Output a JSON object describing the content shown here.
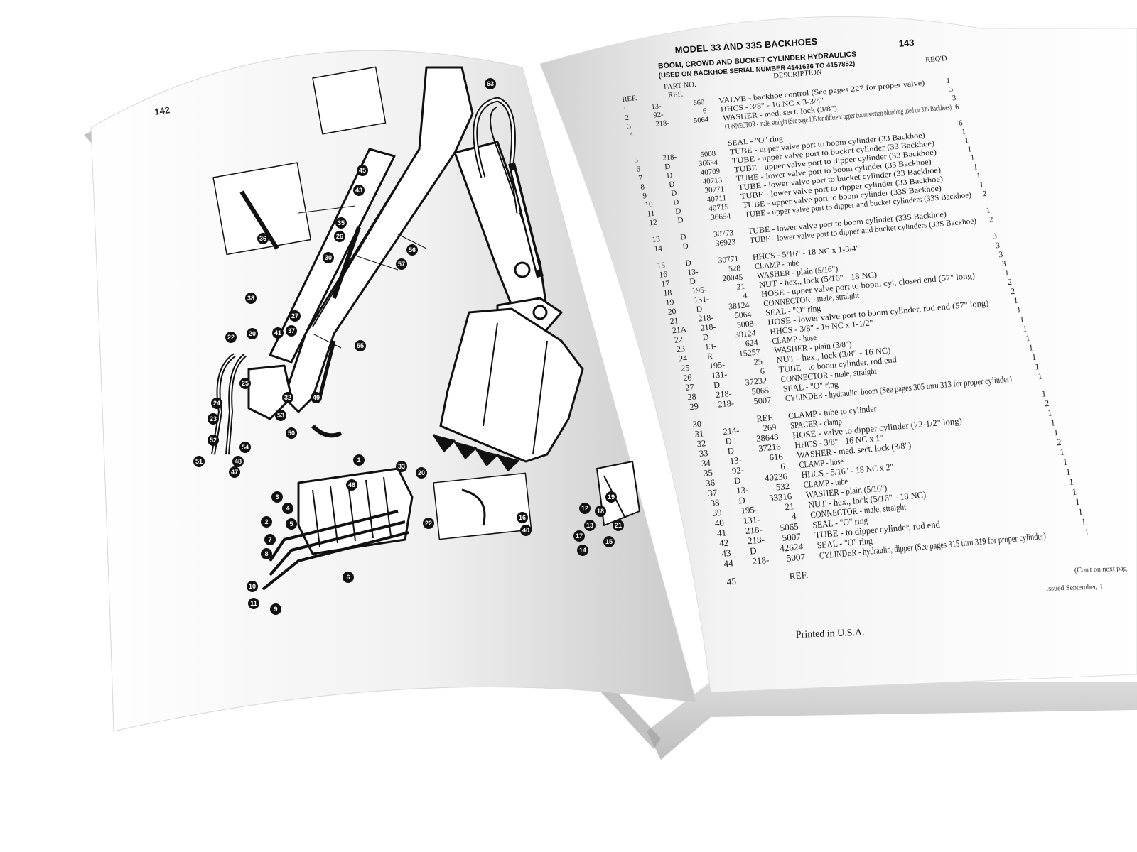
{
  "left_page": {
    "page_number": "142",
    "callouts": [
      "63",
      "45",
      "43",
      "56",
      "57",
      "30",
      "27",
      "22",
      "20",
      "25",
      "32",
      "49",
      "24",
      "23",
      "52",
      "51",
      "47",
      "48",
      "54",
      "53",
      "50",
      "2",
      "3",
      "4",
      "5",
      "7",
      "8",
      "10",
      "11",
      "9",
      "6",
      "1",
      "46",
      "33",
      "20",
      "22",
      "55",
      "26",
      "35",
      "36",
      "41",
      "37",
      "38",
      "40",
      "16",
      "17",
      "12",
      "13",
      "14",
      "15",
      "18",
      "19",
      "21"
    ]
  },
  "right_page": {
    "header_title": "MODEL 33 AND 33S BACKHOES",
    "page_number": "143",
    "subtitle": "BOOM, CROWD AND BUCKET CYLINDER HYDRAULICS",
    "serial_note": "(USED ON BACKHOE SERIAL NUMBER 4141636 TO 4157852)",
    "col_headers": {
      "ref": "REF.",
      "part_no": "PART NO.",
      "part_ref": "REF.",
      "description": "DESCRIPTION",
      "reqd": "REQ'D"
    },
    "rows": [
      {
        "ref": "1",
        "prefix": "13-",
        "num": "660",
        "desc": "VALVE - backhoe control (See pages 227 for proper valve)",
        "qty": "1"
      },
      {
        "ref": "2",
        "prefix": "92-",
        "num": "6",
        "desc": "HHCS - 3/8\" - 16 NC x 3-3/4\"",
        "qty": "3"
      },
      {
        "ref": "3",
        "prefix": "218-",
        "num": "5064",
        "desc": "WASHER - med. sect. lock (3/8\")",
        "qty": "3"
      },
      {
        "ref": "4",
        "prefix": "",
        "num": "",
        "desc": "CONNECTOR - male, straight (See page 135 for different upper boom section plumbing used on 33S Backhoes)",
        "qty": "6"
      },
      {
        "ref": "",
        "prefix": "",
        "num": "",
        "desc": "SEAL - \"O\" ring",
        "qty": "6"
      },
      {
        "ref": "5",
        "prefix": "218-",
        "num": "5008",
        "desc": "TUBE - upper valve port to boom cylinder (33 Backhoe)",
        "qty": "1"
      },
      {
        "ref": "6",
        "prefix": "D",
        "num": "36654",
        "desc": "TUBE - upper valve port to bucket cylinder (33 Backhoe)",
        "qty": "1"
      },
      {
        "ref": "7",
        "prefix": "D",
        "num": "40709",
        "desc": "TUBE - upper valve port to dipper cylinder (33 Backhoe)",
        "qty": "1"
      },
      {
        "ref": "8",
        "prefix": "D",
        "num": "40713",
        "desc": "TUBE - lower valve port to boom cylinder (33 Backhoe)",
        "qty": "1"
      },
      {
        "ref": "9",
        "prefix": "D",
        "num": "30771",
        "desc": "TUBE - lower valve port to bucket cylinder (33 Backhoe)",
        "qty": "1"
      },
      {
        "ref": "10",
        "prefix": "D",
        "num": "40711",
        "desc": "TUBE - lower valve port to dipper cylinder (33 Backhoe)",
        "qty": "1"
      },
      {
        "ref": "11",
        "prefix": "D",
        "num": "40715",
        "desc": "TUBE - upper valve port to boom cylinder (33S Backhoe)",
        "qty": "1"
      },
      {
        "ref": "12",
        "prefix": "D",
        "num": "36654",
        "desc": "TUBE - upper valve port to dipper and bucket cylinders (33S Backhoe)",
        "qty": "2"
      },
      {
        "ref": "13",
        "prefix": "D",
        "num": "30773",
        "desc": "TUBE - lower valve port to boom cylinder (33S Backhoe)",
        "qty": "1"
      },
      {
        "ref": "14",
        "prefix": "D",
        "num": "36923",
        "desc": "TUBE - lower valve port to dipper and bucket cylinders (33S Backhoe)",
        "qty": "2"
      },
      {
        "ref": "15",
        "prefix": "D",
        "num": "30771",
        "desc": "HHCS - 5/16\" - 18 NC x 1-3/4\"",
        "qty": "3"
      },
      {
        "ref": "16",
        "prefix": "13-",
        "num": "528",
        "desc": "CLAMP - tube",
        "qty": "3"
      },
      {
        "ref": "17",
        "prefix": "D",
        "num": "20045",
        "desc": "WASHER - plain (5/16\")",
        "qty": "3"
      },
      {
        "ref": "18",
        "prefix": "195-",
        "num": "21",
        "desc": "NUT - hex., lock (5/16\" - 18 NC)",
        "qty": "3"
      },
      {
        "ref": "19",
        "prefix": "131-",
        "num": "4",
        "desc": "HOSE - upper valve port to boom cyl, closed end (57\" long)",
        "qty": "1"
      },
      {
        "ref": "20",
        "prefix": "D",
        "num": "38124",
        "desc": "CONNECTOR - male, straight",
        "qty": "2"
      },
      {
        "ref": "21",
        "prefix": "218-",
        "num": "5064",
        "desc": "SEAL - \"O\" ring",
        "qty": "2"
      },
      {
        "ref": "21A",
        "prefix": "218-",
        "num": "5008",
        "desc": "HOSE - lower valve port to boom cylinder, rod end (57\" long)",
        "qty": "1"
      },
      {
        "ref": "22",
        "prefix": "D",
        "num": "38124",
        "desc": "HHCS - 3/8\" - 16 NC x 1-1/2\"",
        "qty": "1"
      },
      {
        "ref": "23",
        "prefix": "13-",
        "num": "624",
        "desc": "CLAMP - hose",
        "qty": "1"
      },
      {
        "ref": "24",
        "prefix": "R",
        "num": "15257",
        "desc": "WASHER - plain (3/8\")",
        "qty": "1"
      },
      {
        "ref": "25",
        "prefix": "195-",
        "num": "25",
        "desc": "NUT - hex., lock (3/8\" - 16 NC)",
        "qty": "1"
      },
      {
        "ref": "26",
        "prefix": "131-",
        "num": "6",
        "desc": "TUBE - to boom cylinder, rod end",
        "qty": "1"
      },
      {
        "ref": "27",
        "prefix": "D",
        "num": "37232",
        "desc": "CONNECTOR - male, straight",
        "qty": "1"
      },
      {
        "ref": "28",
        "prefix": "218-",
        "num": "5065",
        "desc": "SEAL - \"O\" ring",
        "qty": "1"
      },
      {
        "ref": "29",
        "prefix": "218-",
        "num": "5007",
        "desc": "CYLINDER - hydraulic, boom (See pages 305 thru 313 for proper cylinder)",
        "qty": "1"
      },
      {
        "ref": "30",
        "prefix": "",
        "num": "REF.",
        "desc": "CLAMP - tube to cylinder",
        "qty": "1"
      },
      {
        "ref": "31",
        "prefix": "214-",
        "num": "269",
        "desc": "SPACER - clamp",
        "qty": "2"
      },
      {
        "ref": "32",
        "prefix": "D",
        "num": "38648",
        "desc": "HOSE - valve to dipper cylinder (72-1/2\" long)",
        "qty": "1"
      },
      {
        "ref": "33",
        "prefix": "D",
        "num": "37216",
        "desc": "HHCS - 3/8\" - 16 NC x 1\"",
        "qty": "1"
      },
      {
        "ref": "34",
        "prefix": "13-",
        "num": "616",
        "desc": "WASHER - med. sect. lock (3/8\")",
        "qty": "1"
      },
      {
        "ref": "35",
        "prefix": "92-",
        "num": "6",
        "desc": "CLAMP - hose",
        "qty": "2"
      },
      {
        "ref": "36",
        "prefix": "D",
        "num": "40236",
        "desc": "HHCS - 5/16\" - 18 NC x 2\"",
        "qty": "1"
      },
      {
        "ref": "37",
        "prefix": "13-",
        "num": "532",
        "desc": "CLAMP - tube",
        "qty": "1"
      },
      {
        "ref": "38",
        "prefix": "D",
        "num": "33316",
        "desc": "WASHER - plain (5/16\")",
        "qty": "1"
      },
      {
        "ref": "39",
        "prefix": "195-",
        "num": "21",
        "desc": "NUT - hex., lock (5/16\" - 18 NC)",
        "qty": "1"
      },
      {
        "ref": "40",
        "prefix": "131-",
        "num": "4",
        "desc": "CONNECTOR - male, straight",
        "qty": "1"
      },
      {
        "ref": "41",
        "prefix": "218-",
        "num": "5065",
        "desc": "SEAL - \"O\" ring",
        "qty": "1"
      },
      {
        "ref": "42",
        "prefix": "218-",
        "num": "5007",
        "desc": "TUBE - to dipper cylinder, rod end",
        "qty": "1"
      },
      {
        "ref": "43",
        "prefix": "D",
        "num": "42624",
        "desc": "SEAL - \"O\" ring",
        "qty": "1"
      },
      {
        "ref": "44",
        "prefix": "218-",
        "num": "5007",
        "desc": "CYLINDER - hydraulic, dipper (See pages 315 thru 319 for proper cylinder)",
        "qty": "1"
      },
      {
        "ref": "45",
        "prefix": "",
        "num": "REF.",
        "desc": "",
        "qty": ""
      }
    ],
    "continued_note": "(Con't on next pag",
    "issued_note": "Issued September, 1",
    "footer": "Printed in U.S.A."
  }
}
